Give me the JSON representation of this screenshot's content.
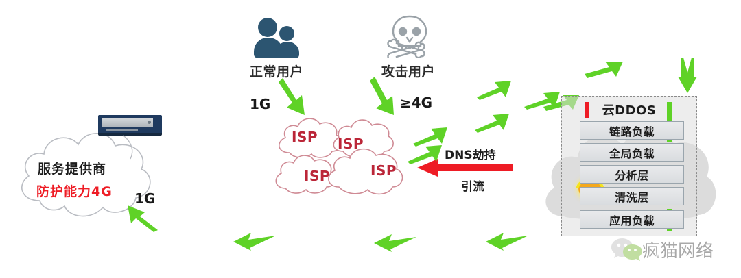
{
  "diagram": {
    "title": "DDoS mitigation traffic flow diagram",
    "colors": {
      "green_arrow": "#5fd227",
      "red_arrow": "#ee1c25",
      "isp_text": "#bb2638",
      "isp_cloud_outline": "#cf8a94",
      "cloud_outline": "#b9bcc2",
      "ddos_cloud_fill": "#dcdcdc",
      "server_body": "#1f3a5f",
      "server_panel": "#c4c9ce",
      "filter_icon": "#f5a81c",
      "watermark": "#9a9a9a"
    }
  },
  "service_provider": {
    "title": "服务提供商",
    "capacity": "防护能力4G",
    "return_rate": "1G",
    "server_icon": "server-appliance-icon",
    "cloud_icon": "cloud-shape"
  },
  "users": {
    "normal": {
      "label": "正常用户",
      "icon": "people-icon",
      "rate": "1G"
    },
    "attacker": {
      "label": "攻击用户",
      "icon": "skull-crossbones-icon",
      "rate": "≥4G"
    }
  },
  "isp_clouds": [
    {
      "label": "ISP"
    },
    {
      "label": "ISP"
    },
    {
      "label": "ISP"
    },
    {
      "label": "ISP"
    }
  ],
  "hijack": {
    "top_label": "DNS劫持",
    "bottom_label": "引流",
    "arrow_icon": "red-left-arrow-icon"
  },
  "ddos": {
    "title": "云DDOS",
    "layers": [
      {
        "label": "链路负载"
      },
      {
        "label": "全局负载"
      },
      {
        "label": "分析层"
      },
      {
        "label": "清洗层"
      },
      {
        "label": "应用负载"
      }
    ],
    "clean_marker_icon": "filter-funnel-icon",
    "ingress_marker_icon": "red-dashed-arrow-icon",
    "egress_marker_icon": "green-dashed-line-icon"
  },
  "watermark": {
    "text": "疯猫网络",
    "icon": "wechat-icon"
  }
}
